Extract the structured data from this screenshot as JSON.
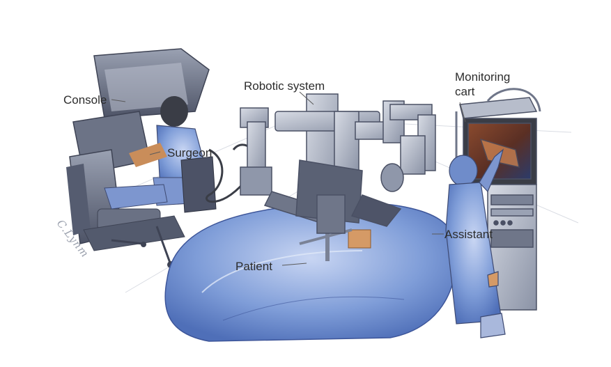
{
  "labels": {
    "console": "Console",
    "surgeon": "Surgeon",
    "robotic_system": "Robotic system",
    "monitoring_cart_line1": "Monitoring",
    "monitoring_cart_line2": "cart",
    "assistant": "Assistant",
    "patient": "Patient"
  },
  "signature": "C.Lynm",
  "colors": {
    "drape_blue": "#6f8fd0",
    "drape_light": "#b9c9ee",
    "robot_gray": "#9aa2b4",
    "robot_dark": "#5d6478",
    "console_gray": "#7e8598",
    "scrubs_blue": "#8aa3d6",
    "monitor_screen": "#6b3a2a",
    "cart_steel": "#c3c8d2",
    "skin_orange": "#d59a66"
  }
}
